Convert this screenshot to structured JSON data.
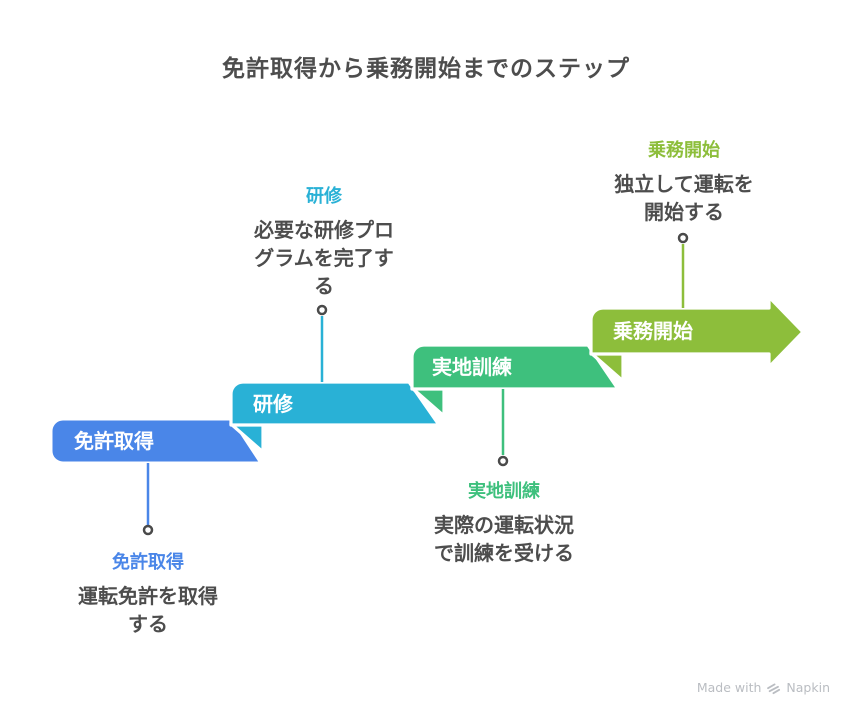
{
  "title": "免許取得から乗務開始までのステップ",
  "colors": {
    "step1": "#4A86E8",
    "step2": "#29B1D6",
    "step3": "#3EC07D",
    "step4": "#8DBE3B",
    "heading_text": "#4D4D4D",
    "body_text": "#4D4D4D",
    "banner_text": "#FFFFFF",
    "dot_stroke": "#4A4A4A",
    "dot_fill": "#FFFFFF",
    "watermark": "#BABDC2",
    "background": "#FFFFFF"
  },
  "steps": [
    {
      "banner_label": "免許取得",
      "callout_title": "免許取得",
      "callout_text": "運転免許を取得\nする",
      "color": "#4A86E8"
    },
    {
      "banner_label": "研修",
      "callout_title": "研修",
      "callout_text": "必要な研修プロ\nグラムを完了す\nる",
      "color": "#29B1D6"
    },
    {
      "banner_label": "実地訓練",
      "callout_title": "実地訓練",
      "callout_text": "実際の運転状況\nで訓練を受ける",
      "color": "#3EC07D"
    },
    {
      "banner_label": "乗務開始",
      "callout_title": "乗務開始",
      "callout_text": "独立して運転を\n開始する",
      "color": "#8DBE3B"
    }
  ],
  "watermark": {
    "text": "Made with",
    "brand": "Napkin"
  }
}
